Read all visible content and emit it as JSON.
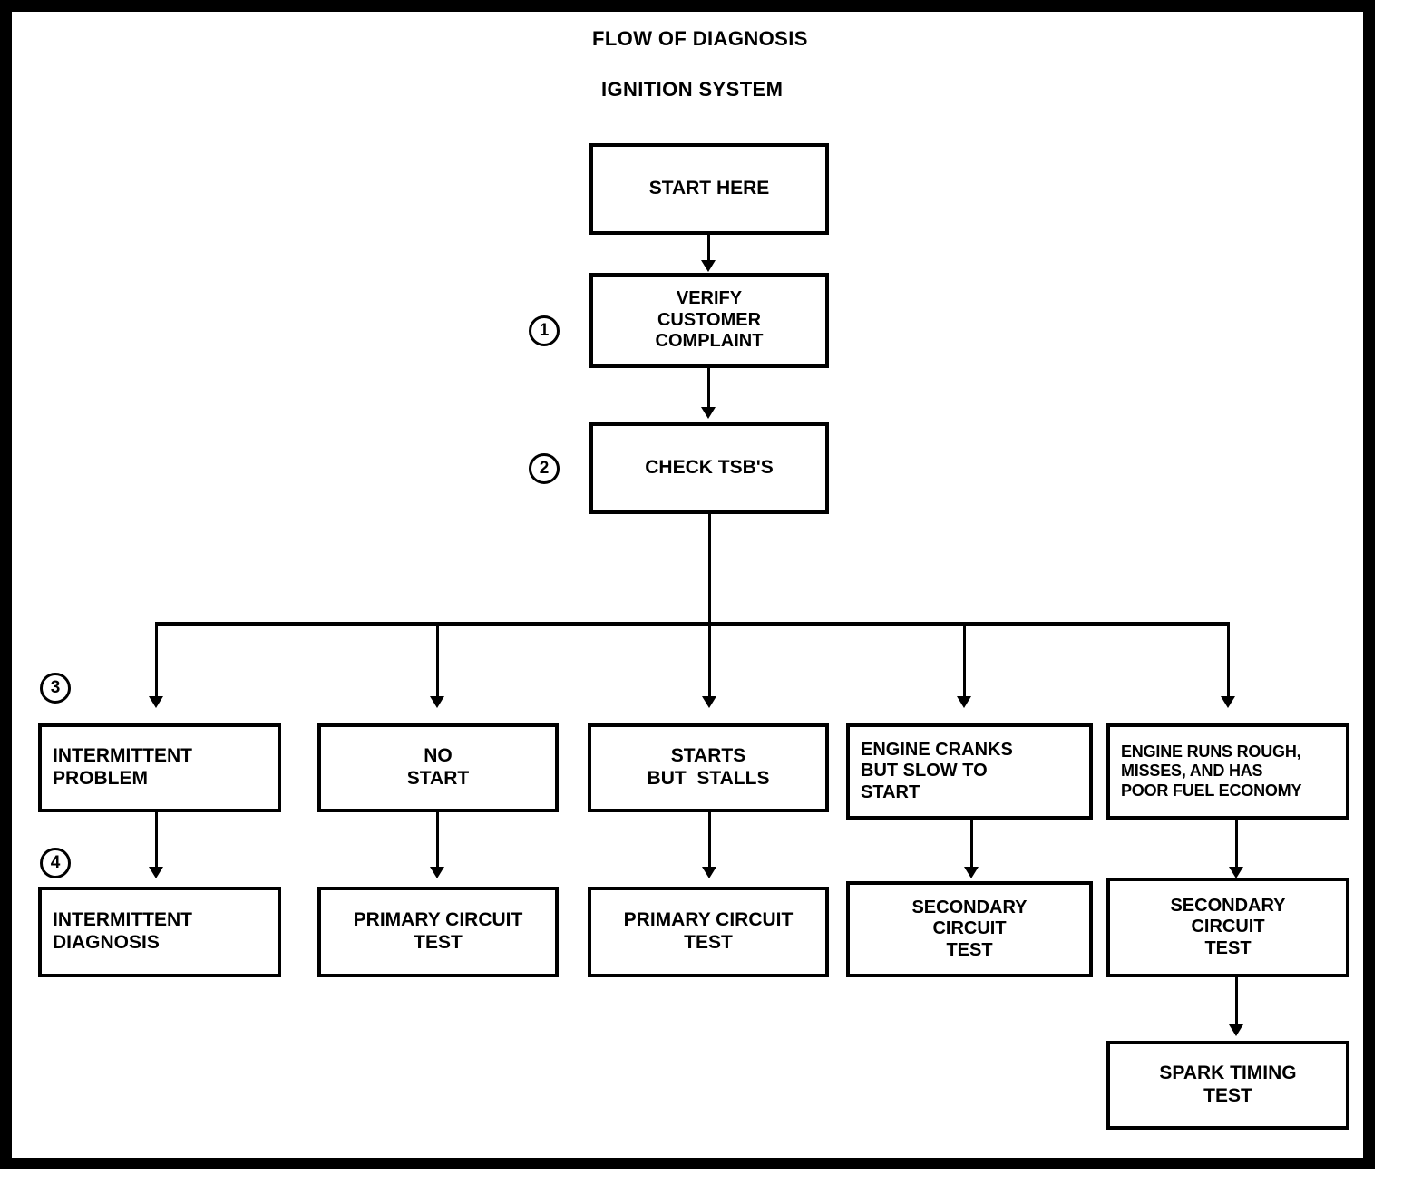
{
  "diagram": {
    "title_line1": "FLOW OF DIAGNOSIS",
    "title_line2": "IGNITION SYSTEM",
    "frame_color": "#000000",
    "background_color": "#ffffff"
  },
  "step_markers": [
    {
      "label": "1"
    },
    {
      "label": "2"
    },
    {
      "label": "3"
    },
    {
      "label": "4"
    }
  ],
  "nodes": {
    "start_here": {
      "lines": [
        "START HERE"
      ]
    },
    "verify_complaint": {
      "lines": [
        "VERIFY",
        "CUSTOMER",
        "COMPLAINT"
      ]
    },
    "check_tsbs": {
      "lines": [
        "CHECK TSB'S"
      ]
    },
    "intermittent_problem": {
      "lines": [
        "INTERMITTENT",
        "PROBLEM"
      ]
    },
    "no_start": {
      "lines": [
        "NO",
        "START"
      ]
    },
    "starts_but_stalls": {
      "lines": [
        "STARTS",
        "BUT  STALLS"
      ]
    },
    "engine_cranks_slow": {
      "lines": [
        "ENGINE CRANKS",
        "BUT SLOW TO",
        "START"
      ]
    },
    "engine_runs_rough": {
      "lines": [
        "ENGINE RUNS ROUGH,",
        "MISSES, AND HAS",
        "POOR FUEL ECONOMY"
      ]
    },
    "intermittent_diagnosis": {
      "lines": [
        "INTERMITTENT",
        "DIAGNOSIS"
      ]
    },
    "primary_circuit_test_1": {
      "lines": [
        "PRIMARY CIRCUIT",
        "TEST"
      ]
    },
    "primary_circuit_test_2": {
      "lines": [
        "PRIMARY CIRCUIT",
        "TEST"
      ]
    },
    "secondary_circuit_test_1": {
      "lines": [
        "SECONDARY",
        "CIRCUIT",
        "TEST"
      ]
    },
    "secondary_circuit_test_2": {
      "lines": [
        "SECONDARY",
        "CIRCUIT",
        "TEST"
      ]
    },
    "spark_timing_test": {
      "lines": [
        "SPARK TIMING",
        "TEST"
      ]
    }
  },
  "flow": {
    "sequence": [
      "START HERE",
      "VERIFY CUSTOMER COMPLAINT",
      "CHECK TSB'S"
    ],
    "branches": [
      {
        "symptom": "INTERMITTENT PROBLEM",
        "test": "INTERMITTENT DIAGNOSIS"
      },
      {
        "symptom": "NO START",
        "test": "PRIMARY CIRCUIT TEST"
      },
      {
        "symptom": "STARTS BUT STALLS",
        "test": "PRIMARY CIRCUIT TEST"
      },
      {
        "symptom": "ENGINE CRANKS BUT SLOW TO START",
        "test": "SECONDARY CIRCUIT TEST"
      },
      {
        "symptom": "ENGINE RUNS ROUGH, MISSES, AND HAS POOR FUEL ECONOMY",
        "test": "SECONDARY CIRCUIT TEST",
        "followup": "SPARK TIMING TEST"
      }
    ]
  }
}
